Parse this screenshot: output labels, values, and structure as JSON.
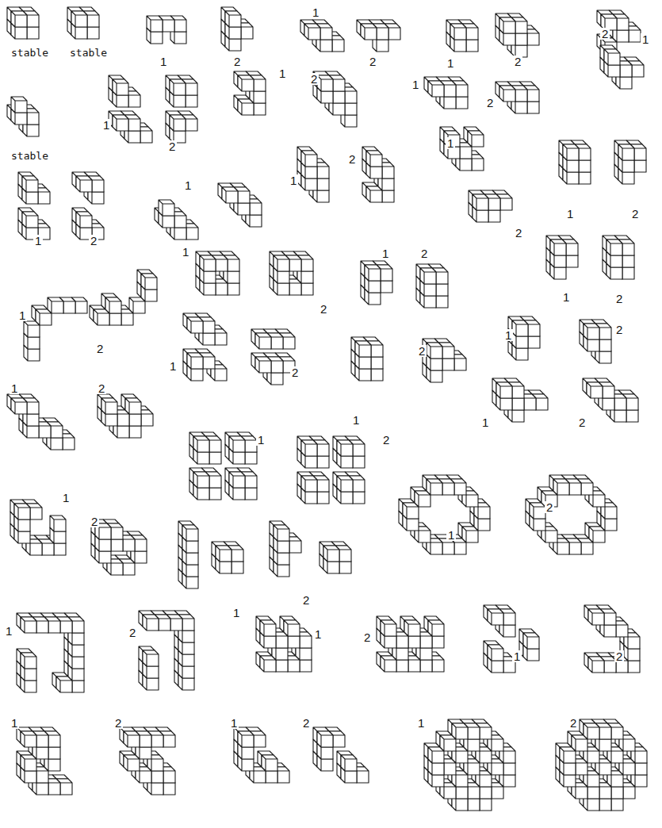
{
  "diagram": {
    "labels": [
      "stable",
      "stable",
      "1",
      "2",
      "1",
      "2",
      "1",
      "2",
      "1",
      "stable",
      "1",
      "2",
      "1",
      "2",
      "1",
      "2",
      "2",
      "1",
      "2",
      "1",
      "2",
      "1",
      "2",
      "1",
      "2",
      "1",
      "1",
      "2",
      "1",
      "2",
      "1",
      "2",
      "1",
      "2",
      "1",
      "2",
      "1",
      "2",
      "1",
      "2",
      "1",
      "2",
      "1",
      "2",
      "1",
      "2",
      "1",
      "2",
      "1",
      "2",
      "1",
      "2",
      "1",
      "2",
      "1",
      "2",
      "1",
      "2",
      "1",
      "2",
      "1",
      "2",
      "1",
      "2"
    ]
  }
}
